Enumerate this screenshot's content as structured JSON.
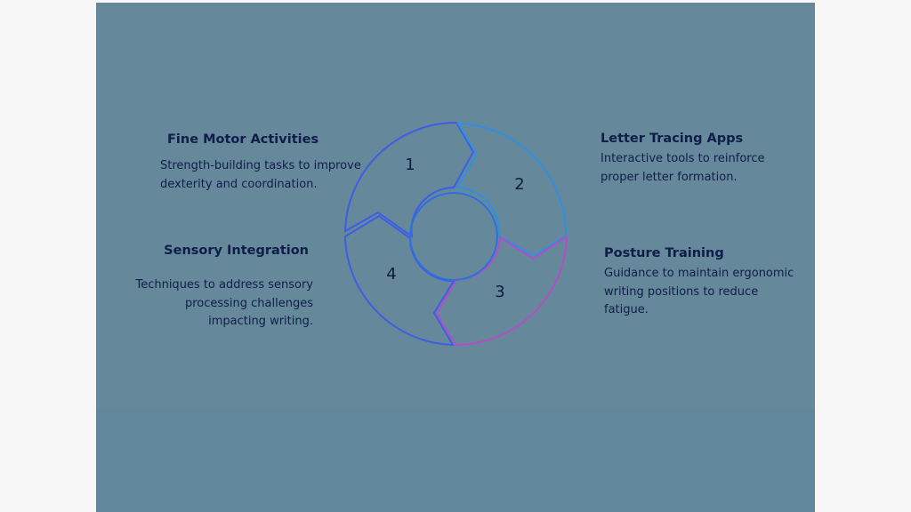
{
  "segments": [
    {
      "number": "1",
      "title": "Fine Motor Activities",
      "description": "Strength-building tasks to improve dexterity and coordination.",
      "color": "#3c5de6"
    },
    {
      "number": "2",
      "title": "Letter Tracing Apps",
      "description": "Interactive tools to reinforce proper letter formation.",
      "color": "#2f90e3"
    },
    {
      "number": "3",
      "title": "Posture Training",
      "description": "Guidance to maintain ergonomic writing positions to reduce fatigue.",
      "color": "#b14fc6"
    },
    {
      "number": "4",
      "title": "Sensory Integration",
      "description": "Techniques to address sensory processing challenges impacting writing.",
      "color": "#3c5de6"
    }
  ],
  "colors": {
    "background": "#65899b",
    "text": "#101c4a"
  }
}
